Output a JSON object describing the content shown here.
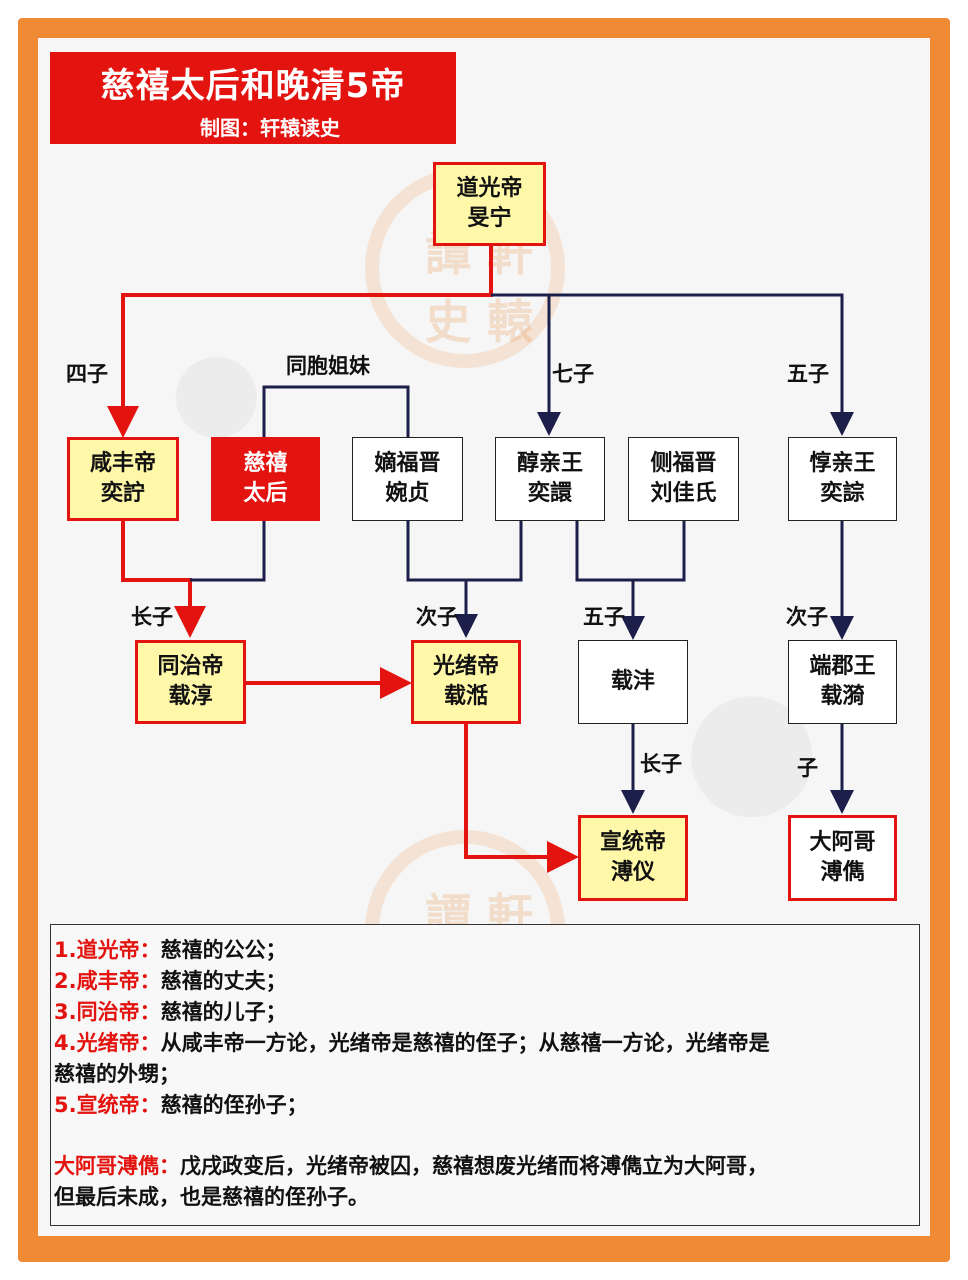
{
  "header": {
    "title": "慈禧太后和晚清5帝",
    "subtitle": "制图：轩辕读史"
  },
  "watermark": {
    "chars": [
      "譚",
      "軒",
      "史",
      "轅"
    ]
  },
  "colors": {
    "frame": "#f18a35",
    "accent_red": "#e3140f",
    "emperor_fill": "#fff8a8",
    "dark_line": "#1b1f4a"
  },
  "tree": {
    "daoguang": {
      "name": "道光帝",
      "sub": "旻宁"
    },
    "xianfeng": {
      "name": "咸丰帝",
      "sub": "奕詝"
    },
    "cixi": {
      "name": "慈禧",
      "sub": "太后"
    },
    "difujin": {
      "name": "嫡福晋",
      "sub": "婉贞"
    },
    "chun": {
      "name": "醇亲王",
      "sub": "奕譞"
    },
    "cefujin": {
      "name": "侧福晋",
      "sub": "刘佳氏"
    },
    "dun": {
      "name": "惇亲王",
      "sub": "奕誴"
    },
    "tongzhi": {
      "name": "同治帝",
      "sub": "载淳"
    },
    "guangxu": {
      "name": "光绪帝",
      "sub": "载湉"
    },
    "zaifeng": {
      "name": "载沣"
    },
    "duan": {
      "name": "端郡王",
      "sub": "载漪"
    },
    "xuantong": {
      "name": "宣统帝",
      "sub": "溥仪"
    },
    "daage": {
      "name": "大阿哥",
      "sub": "溥儁"
    }
  },
  "relations": {
    "fourth_son": "四子",
    "sisters": "同胞姐妹",
    "seventh_son": "七子",
    "fifth_son_dao": "五子",
    "eldest_son_tz": "长子",
    "second_son_gx": "次子",
    "fifth_son_zf": "五子",
    "second_son_duan": "次子",
    "eldest_son_pu": "长子",
    "son": "子"
  },
  "notes": [
    {
      "key": "1.道光帝：",
      "text": "慈禧的公公；"
    },
    {
      "key": "2.咸丰帝：",
      "text": "慈禧的丈夫；"
    },
    {
      "key": "3.同治帝：",
      "text": "慈禧的儿子；"
    },
    {
      "key": "4.光绪帝：",
      "text": "从咸丰帝一方论，光绪帝是慈禧的侄子；从慈禧一方论，光绪帝是",
      "cont": "慈禧的外甥；"
    },
    {
      "key": "5.宣统帝：",
      "text": "慈禧的侄孙子；"
    },
    {
      "key": "大阿哥溥儁：",
      "text": "戊戌政变后，光绪帝被囚，慈禧想废光绪而将溥儁立为大阿哥，",
      "cont": "但最后未成，也是慈禧的侄孙子。"
    }
  ]
}
